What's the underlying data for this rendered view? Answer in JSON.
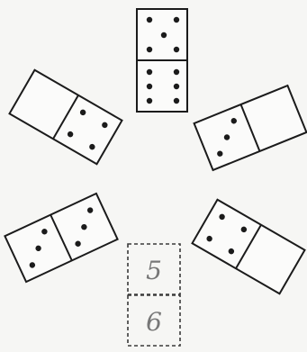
{
  "dominoes": [
    {
      "name": "domino-top",
      "ends": [
        5,
        6
      ]
    },
    {
      "name": "domino-upper-left",
      "ends": [
        0,
        4
      ]
    },
    {
      "name": "domino-upper-right",
      "ends": [
        3,
        0
      ]
    },
    {
      "name": "domino-lower-left",
      "ends": [
        3,
        3
      ]
    },
    {
      "name": "domino-lower-right",
      "ends": [
        4,
        0
      ]
    }
  ],
  "missing_domino": {
    "top_label": "5",
    "bottom_label": "6"
  },
  "colors": {
    "ink": "#1b1b1b",
    "pencil": "#777777",
    "paper": "#f6f6f4"
  }
}
